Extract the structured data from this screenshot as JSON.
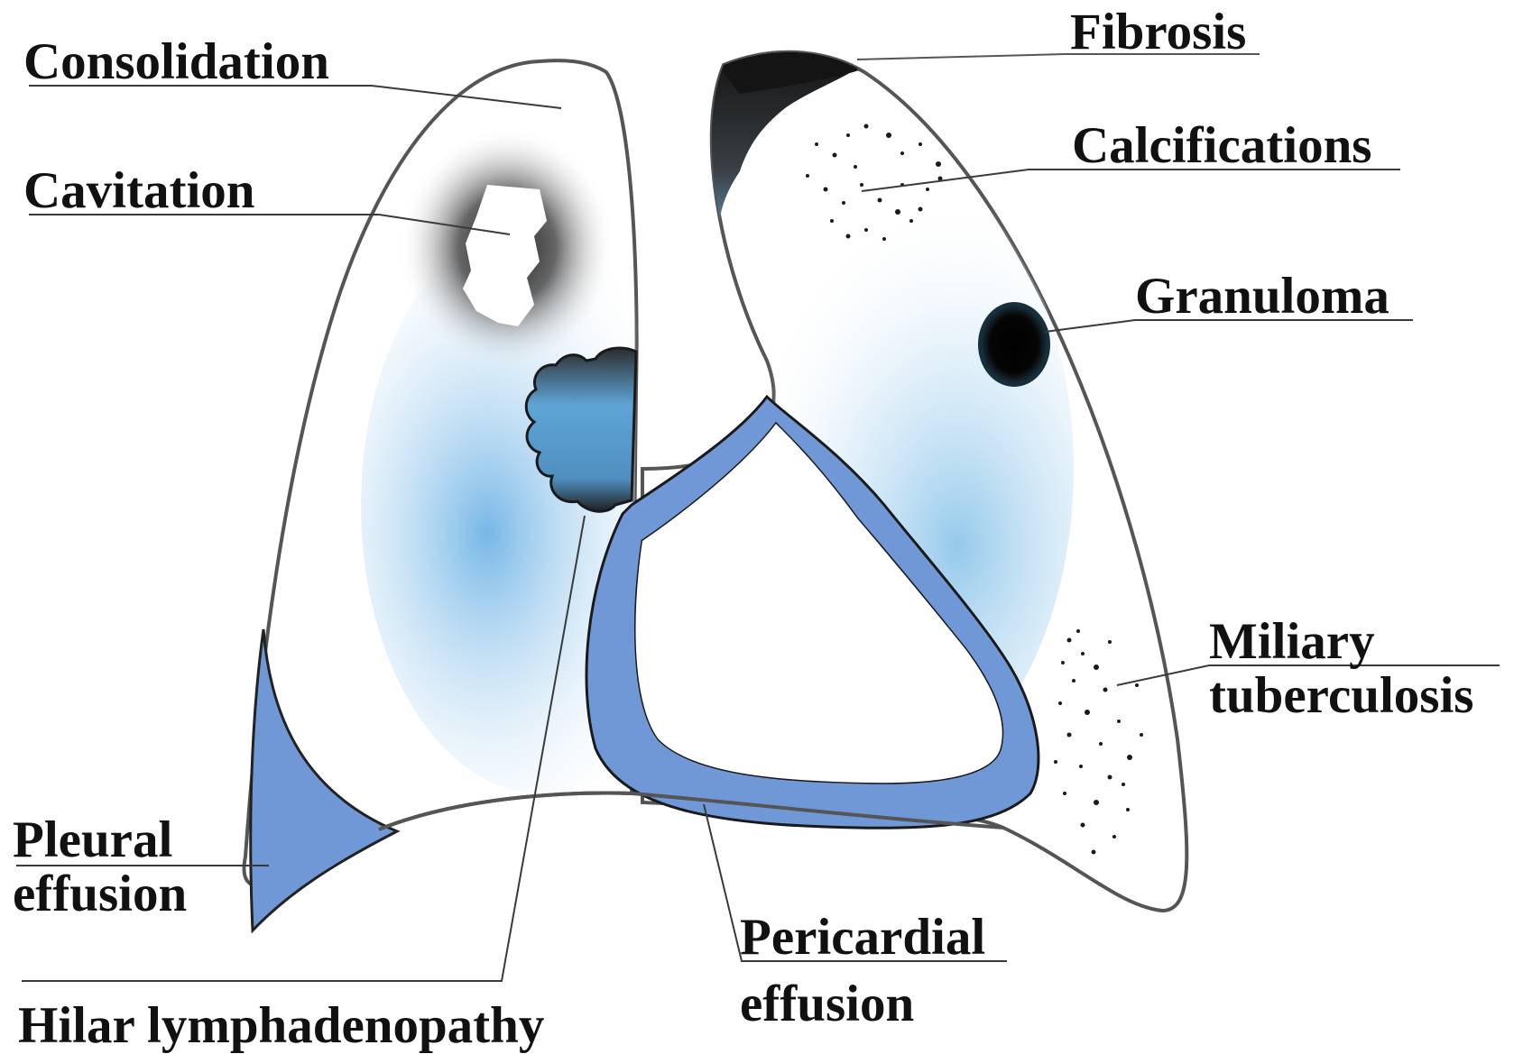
{
  "labels": {
    "consolidation": "Consolidation",
    "cavitation": "Cavitation",
    "fibrosis": "Fibrosis",
    "calcifications": "Calcifications",
    "granuloma": "Granuloma",
    "miliary_line1": "Miliary",
    "miliary_line2": "tuberculosis",
    "pleural_line1": "Pleural",
    "pleural_line2": "effusion",
    "pericardial_line1": "Pericardial",
    "pericardial_line2": "effusion",
    "hilar": "Hilar lymphadenopathy"
  },
  "colors": {
    "effusion_fill": "#7097d6",
    "lung_tint": "#8ec6ea",
    "lesion_dark": "#1b1b1b",
    "outline": "#555555",
    "text": "#111111"
  }
}
